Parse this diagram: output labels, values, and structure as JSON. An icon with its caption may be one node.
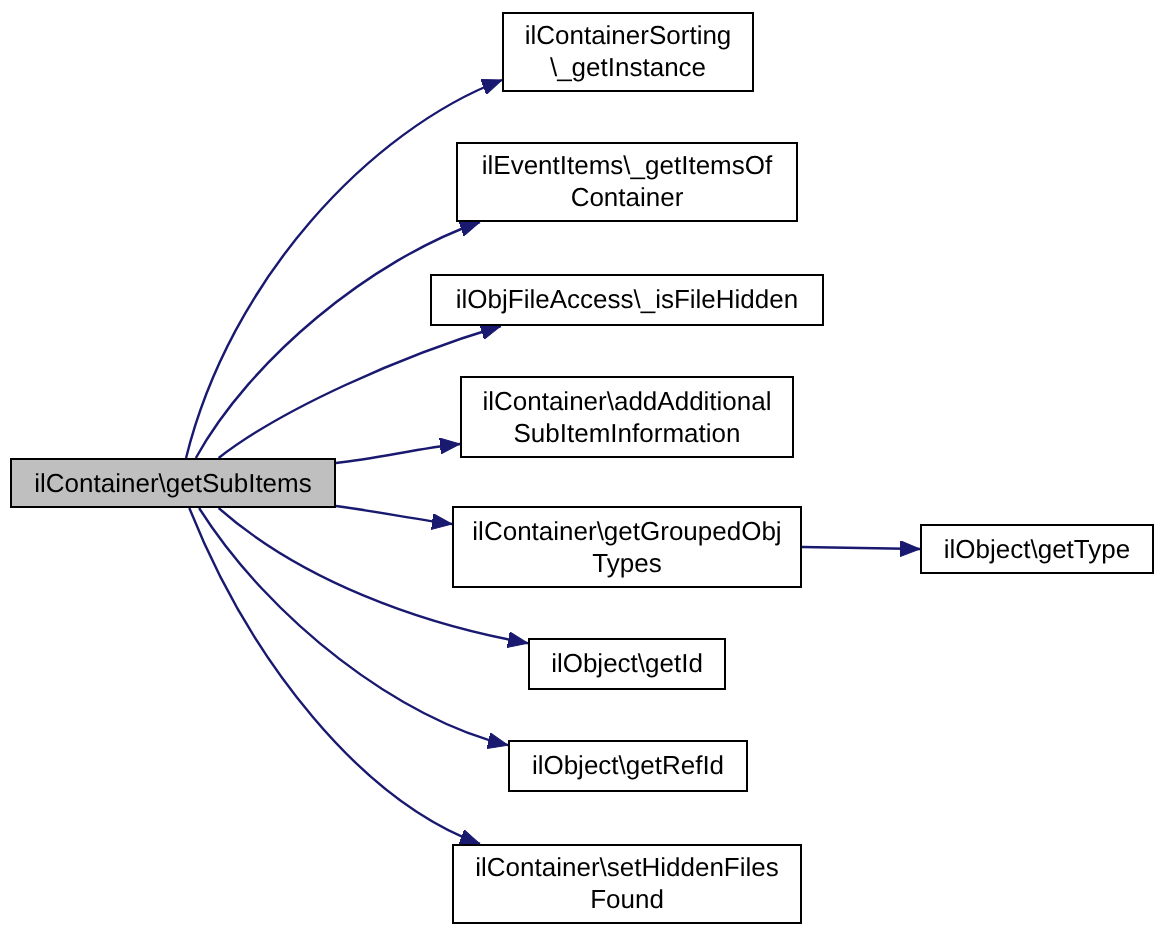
{
  "diagram": {
    "nodes": [
      {
        "text": [
          "ilContainer\\getSubItems"
        ]
      },
      {
        "text": [
          "ilContainerSorting \\_getInstance"
        ]
      },
      {
        "text": [
          "ilEventItems\\_getItemsOf Container"
        ]
      },
      {
        "text": [
          "ilObjFileAccess\\_isFileHidden"
        ]
      },
      {
        "text": [
          "ilContainer\\addAdditional SubItemInformation"
        ]
      },
      {
        "text": [
          "ilContainer\\getGroupedObj Types"
        ]
      },
      {
        "text": [
          "ilObject\\getType"
        ]
      },
      {
        "text": [
          "ilObject\\getId"
        ]
      },
      {
        "text": [
          "ilObject\\getRefId"
        ]
      },
      {
        "text": [
          "ilContainer\\setHiddenFiles Found"
        ]
      }
    ],
    "edges": [
      {
        "from": 0,
        "to": 1,
        "arrow": "to"
      },
      {
        "from": 0,
        "to": 2,
        "arrow": "to"
      },
      {
        "from": 0,
        "to": 3,
        "arrow": "to"
      },
      {
        "from": 0,
        "to": 4,
        "arrow": "to"
      },
      {
        "from": 0,
        "to": 5,
        "arrow": "to"
      },
      {
        "from": 0,
        "to": 7,
        "arrow": "to"
      },
      {
        "from": 0,
        "to": 8,
        "arrow": "to"
      },
      {
        "from": 0,
        "to": 9,
        "arrow": "to"
      },
      {
        "from": 5,
        "to": 6,
        "arrow": "to"
      }
    ]
  }
}
